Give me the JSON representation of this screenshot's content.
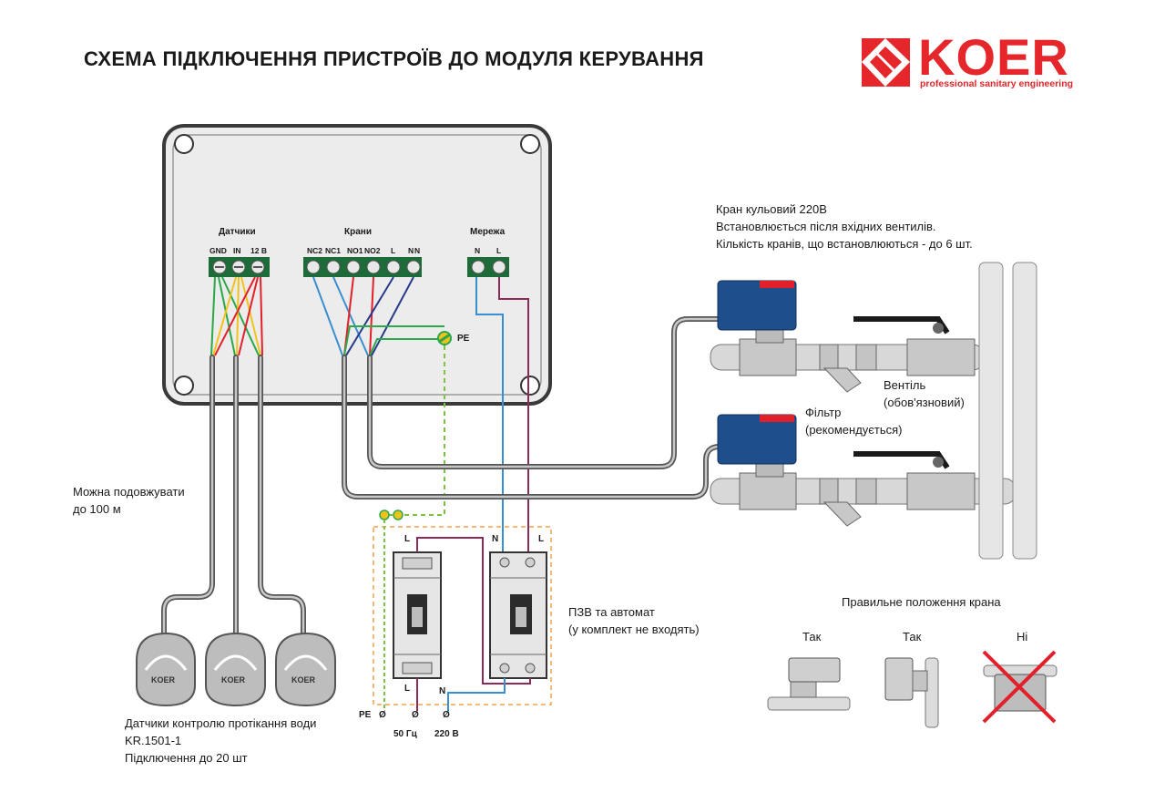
{
  "title": "СХЕМА ПІДКЛЮЧЕННЯ ПРИСТРОЇВ ДО МОДУЛЯ КЕРУВАННЯ",
  "logo": {
    "brand": "KOER",
    "tagline": "professional sanitary engineering",
    "color": "#e5262a"
  },
  "module": {
    "sensors_group": {
      "label": "Датчики",
      "terminals": [
        "GND",
        "IN",
        "12 В"
      ]
    },
    "valves_group": {
      "label": "Крани",
      "terminals": [
        "NC2",
        "NC1",
        "NO1",
        "NO2",
        "L",
        "N",
        "N"
      ]
    },
    "network_group": {
      "label": "Мережа",
      "terminals": [
        "N",
        "L"
      ]
    },
    "pe_label": "PE"
  },
  "notes": {
    "extend": [
      "Можна подовжувати",
      "до 100 м"
    ],
    "sensors": [
      "Датчики контролю протікання води",
      "KR.1501-1",
      "Підключення до 20 шт"
    ],
    "valve": [
      "Кран кульовий 220В",
      "Встановлюється після вхідних вентилів.",
      "Кількість кранів, що встановлюються - до 6 шт."
    ],
    "shutoff": [
      "Вентіль",
      "(обов'язновий)"
    ],
    "filter": [
      "Фільтр",
      "(рекомендується)"
    ],
    "breakers": [
      "ПЗВ та автомат",
      "(у комплект не входять)"
    ]
  },
  "sensor_brand": "KOER",
  "breakers": {
    "left_top": "L",
    "right_top_n": "N",
    "right_top_l": "L",
    "left_bottom": "L",
    "right_bottom": "N"
  },
  "supply": {
    "pe": "PE",
    "ground_symbol": "Ø",
    "freq": "50 Гц",
    "voltage": "220 В"
  },
  "position": {
    "title": "Правильне положення крана",
    "ok1": "Так",
    "ok2": "Так",
    "bad": "Ні"
  },
  "colors": {
    "accent": "#e5262a",
    "valve_actuator": "#1f4e8c",
    "terminal_green": "#1e6b3a",
    "brass": "#b9b9b9",
    "wire_blue": "#3a8fd0",
    "wire_red": "#e2202a",
    "wire_yellow": "#f3c21b",
    "wire_green": "#2aa84a",
    "wire_navy": "#273a8c",
    "wire_brown": "#8a2b5a",
    "pe_dash": "#7ac143",
    "outline_orange": "#f0a04a"
  }
}
